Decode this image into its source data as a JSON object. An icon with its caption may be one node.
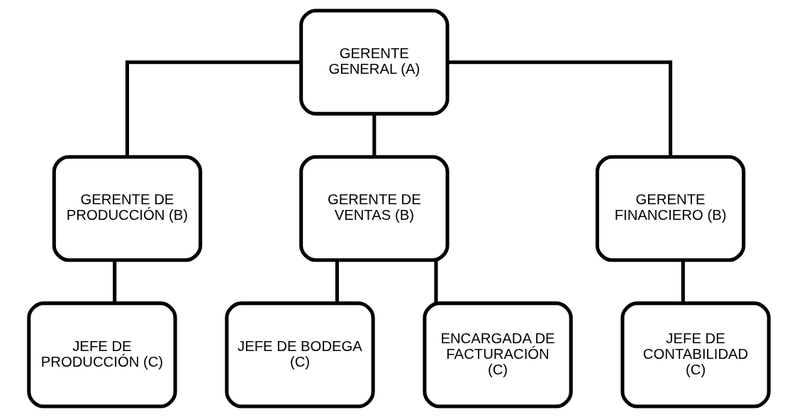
{
  "diagram": {
    "nodes": [
      {
        "text": [
          "GERENTE GENERAL (A)"
        ]
      },
      {
        "text": [
          "GERENTE DE PRODUCCIÓN (B)"
        ]
      },
      {
        "text": [
          "GERENTE DE VENTAS (B)"
        ]
      },
      {
        "text": [
          "GERENTE FINANCIERO (B)"
        ]
      },
      {
        "text": [
          "JEFE DE PRODUCCIÓN (C)"
        ]
      },
      {
        "text": [
          "JEFE DE BODEGA (C)"
        ]
      },
      {
        "text": [
          "ENCARGADA DE FACTURACIÓN (C)"
        ]
      },
      {
        "text": [
          "JEFE DE CONTABILIDAD (C)"
        ]
      }
    ],
    "edges": [
      {
        "from": 0,
        "to": 1,
        "arrow": "none"
      },
      {
        "from": 0,
        "to": 2,
        "arrow": "none"
      },
      {
        "from": 0,
        "to": 3,
        "arrow": "none"
      },
      {
        "from": 1,
        "to": 4,
        "arrow": "none"
      },
      {
        "from": 2,
        "to": 5,
        "arrow": "none"
      },
      {
        "from": 2,
        "to": 6,
        "arrow": "none"
      },
      {
        "from": 3,
        "to": 7,
        "arrow": "none"
      }
    ]
  }
}
